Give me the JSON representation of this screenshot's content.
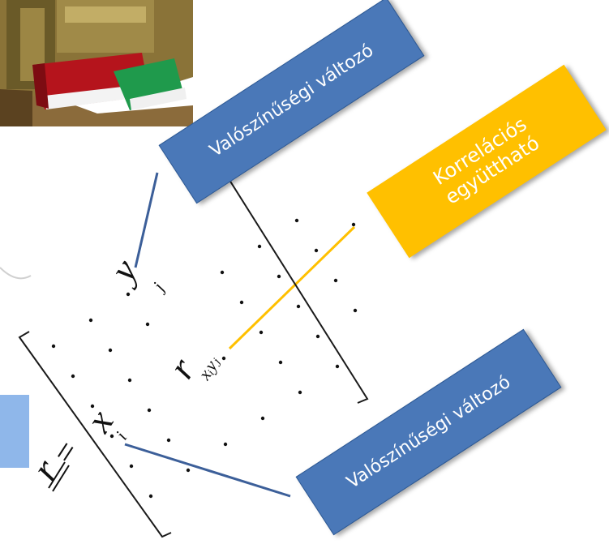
{
  "labels": {
    "random_variable_top": "Valószínűségi változó",
    "correlation_coefficient": "Korrelációs együttható",
    "random_variable_bottom": "Valószínűségi változó"
  },
  "matrix": {
    "lhs": "r",
    "equals": "=",
    "y_var": "y",
    "y_sub": "j",
    "x_var": "x",
    "x_sub": "i",
    "r_var": "r",
    "r_sub": "xᵢyⱼ",
    "dot": "."
  },
  "colors": {
    "blue_box": "#4a78b8",
    "orange_box": "#ffc000",
    "connector_blue": "#3c5f99",
    "connector_orange": "#ffc000"
  }
}
